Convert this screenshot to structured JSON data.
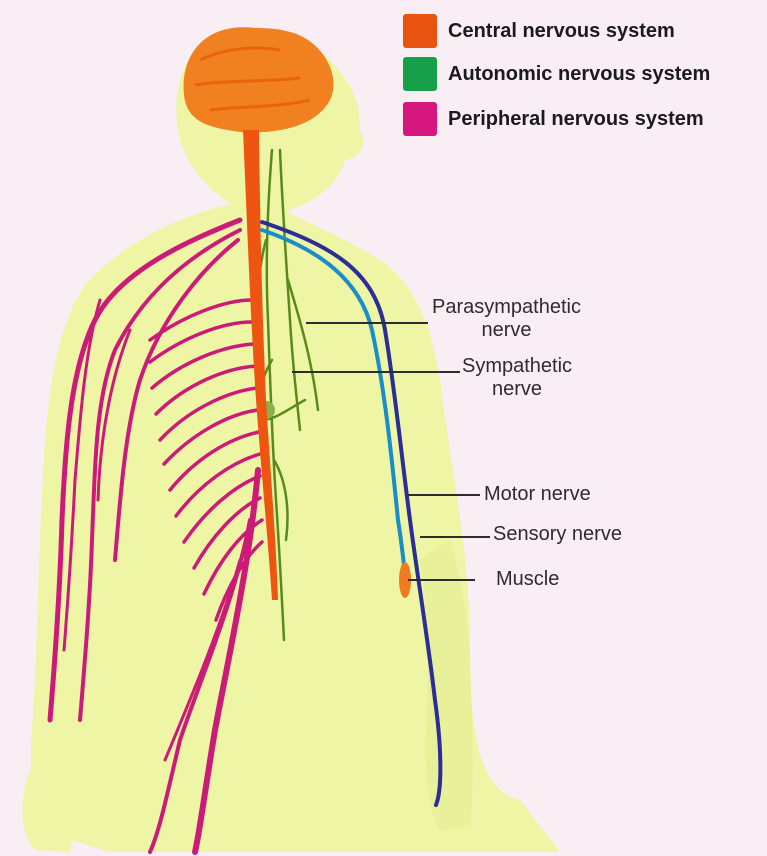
{
  "colors": {
    "background": "#f8eef4",
    "body_fill": "#eef5a4",
    "central": "#ee5510",
    "autonomic": "#5a8a1c",
    "peripheral": "#cc1a78",
    "motor_nerve": "#2a2e96",
    "sensory_nerve": "#1a8cc8"
  },
  "legend": [
    {
      "label": "Central nervous system",
      "color": "#e8540f",
      "icon": "orange-swatch"
    },
    {
      "label": "Autonomic nervous system",
      "color": "#17a04a",
      "icon": "green-swatch"
    },
    {
      "label": "Peripheral nervous system",
      "color": "#d6187e",
      "icon": "magenta-swatch"
    }
  ],
  "callouts": {
    "parasympathetic": {
      "line1": "Parasympathetic",
      "line2": "nerve"
    },
    "sympathetic": {
      "line1": "Sympathetic",
      "line2": "nerve"
    },
    "motor": "Motor nerve",
    "sensory": "Sensory nerve",
    "muscle": "Muscle"
  }
}
